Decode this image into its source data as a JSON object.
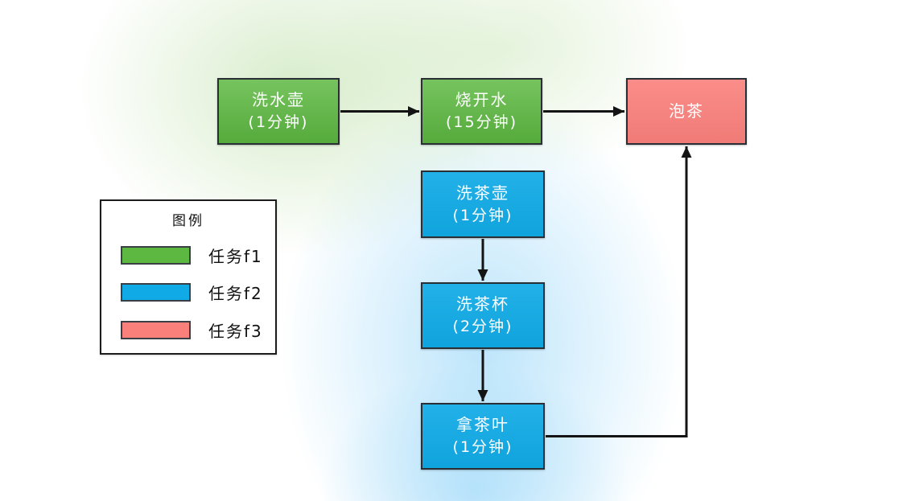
{
  "colors": {
    "task_f1_green": "#5cb840",
    "task_f2_blue": "#10aae6",
    "task_f3_red": "#fa807c",
    "node_border": "#2a2f36",
    "arrow": "#141414"
  },
  "diagram": {
    "nodes": [
      {
        "id": "wash-kettle",
        "label": "洗水壶",
        "duration": "(1分钟)",
        "task": "f1"
      },
      {
        "id": "boil-water",
        "label": "烧开水",
        "duration": "(15分钟)",
        "task": "f1"
      },
      {
        "id": "make-tea",
        "label": "泡茶",
        "duration": "",
        "task": "f3"
      },
      {
        "id": "wash-teapot",
        "label": "洗茶壶",
        "duration": "(1分钟)",
        "task": "f2"
      },
      {
        "id": "wash-teacup",
        "label": "洗茶杯",
        "duration": "(2分钟)",
        "task": "f2"
      },
      {
        "id": "get-tea-leaves",
        "label": "拿茶叶",
        "duration": "(1分钟)",
        "task": "f2"
      }
    ],
    "edges": [
      {
        "from": "洗水壶",
        "to": "烧开水"
      },
      {
        "from": "烧开水",
        "to": "泡茶"
      },
      {
        "from": "洗茶壶",
        "to": "洗茶杯"
      },
      {
        "from": "洗茶杯",
        "to": "拿茶叶"
      },
      {
        "from": "拿茶叶",
        "to": "泡茶"
      }
    ]
  },
  "legend": {
    "title": "图例",
    "items": [
      {
        "label": "任务f1",
        "color": "#5cb840"
      },
      {
        "label": "任务f2",
        "color": "#10aae6"
      },
      {
        "label": "任务f3",
        "color": "#fa807c"
      }
    ]
  }
}
